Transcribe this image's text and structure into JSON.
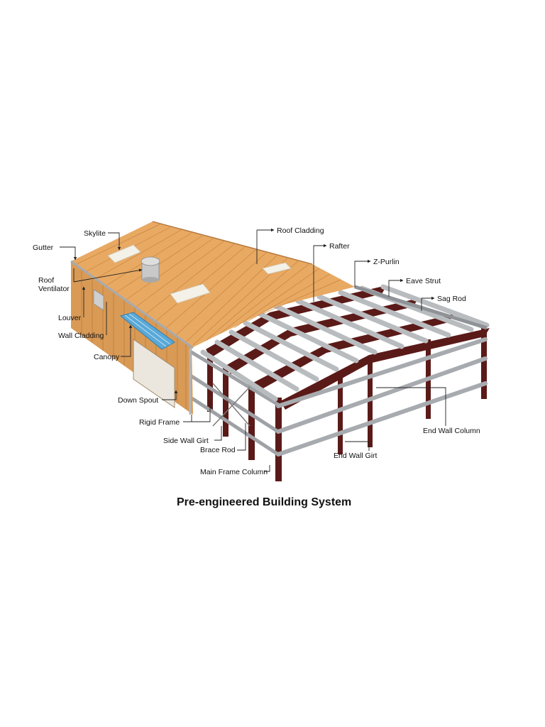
{
  "title": "Pre-engineered Building System",
  "colors": {
    "roof": "#e8a963",
    "roof_rib": "#c8843f",
    "wall": "#d99a56",
    "frame": "#5a1a18",
    "purlin": "#b9bcbf",
    "canopy": "#5aa9d8",
    "skylight": "#f4f1e8"
  },
  "labels": {
    "skylite": "Skylite",
    "gutter": "Gutter",
    "roof_ventilator_1": "Roof",
    "roof_ventilator_2": "Ventilator",
    "louver": "Louver",
    "wall_cladding": "Wall Cladding",
    "canopy": "Canopy",
    "down_spout": "Down Spout",
    "rigid_frame": "Rigid Frame",
    "side_wall_girt": "Side Wall Girt",
    "brace_rod": "Brace Rod",
    "main_frame_column": "Main Frame Column",
    "roof_cladding": "Roof Cladding",
    "rafter": "Rafter",
    "z_purlin": "Z-Purlin",
    "eave_strut": "Eave Strut",
    "sag_rod": "Sag Rod",
    "end_wall_column": "End Wall Column",
    "end_wall_girt": "End Wall Girt"
  }
}
